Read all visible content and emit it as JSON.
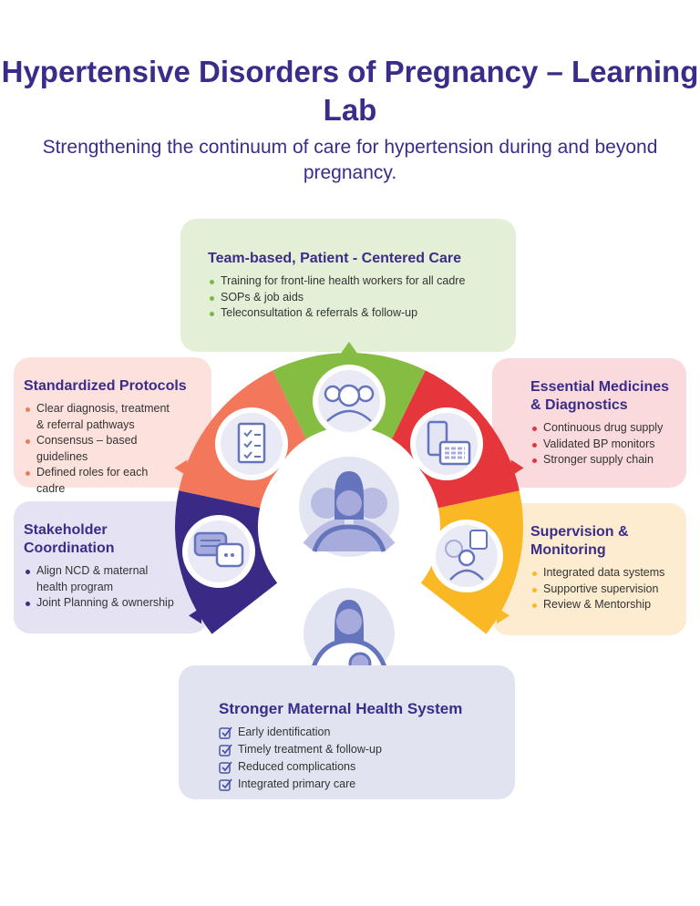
{
  "title": "Hypertensive Disorders of Pregnancy – Learning Lab",
  "subtitle": "Strengthening the continuum of care for hypertension during and beyond pregnancy.",
  "team": {
    "heading": "Team-based, Patient - Centered Care",
    "items": [
      "Training for front-line health workers for all cadre",
      "SOPs & job aids",
      "Teleconsultation & referrals & follow-up"
    ]
  },
  "protocols": {
    "heading": "Standardized Protocols",
    "items": [
      "Clear diagnosis, treatment & referral pathways",
      "Consensus – based guidelines",
      "Defined roles for each cadre"
    ]
  },
  "medicines": {
    "heading": "Essential Medicines & Diagnostics",
    "items": [
      "Continuous drug supply",
      "Validated BP monitors",
      "Stronger supply chain"
    ]
  },
  "stakeholder": {
    "heading": "Stakeholder Coordination",
    "items": [
      "Align NCD & maternal health program",
      "Joint Planning & ownership"
    ]
  },
  "supervision": {
    "heading": "Supervision & Monitoring",
    "items": [
      "Integrated data systems",
      "Supportive supervision",
      "Review & Mentorship"
    ]
  },
  "system": {
    "heading": "Stronger Maternal Health System",
    "items": [
      "Early identification",
      "Timely treatment & follow-up",
      "Reduced complications",
      "Integrated primary care"
    ]
  },
  "colors": {
    "title": "#3a2d8a",
    "green": "#84bd41",
    "orange": "#f2775b",
    "red": "#e5363b",
    "purple": "#3a2a86",
    "yellow": "#fbb825",
    "icon": "#6575bd"
  }
}
